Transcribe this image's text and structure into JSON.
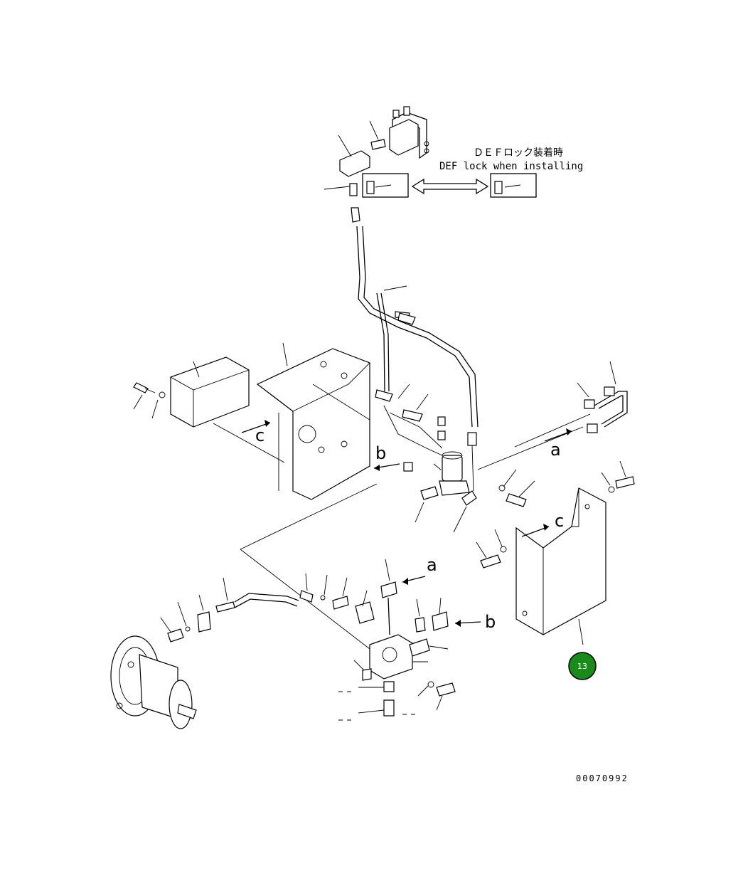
{
  "diagram": {
    "note_ja": "ＤＥＦロック装着時",
    "note_en": "DEF lock when installing",
    "section_labels": {
      "a": "a",
      "b": "b",
      "c": "c"
    },
    "drawing_number": "00070992",
    "callout": {
      "number": "13",
      "color": "#1a8a1a"
    }
  }
}
